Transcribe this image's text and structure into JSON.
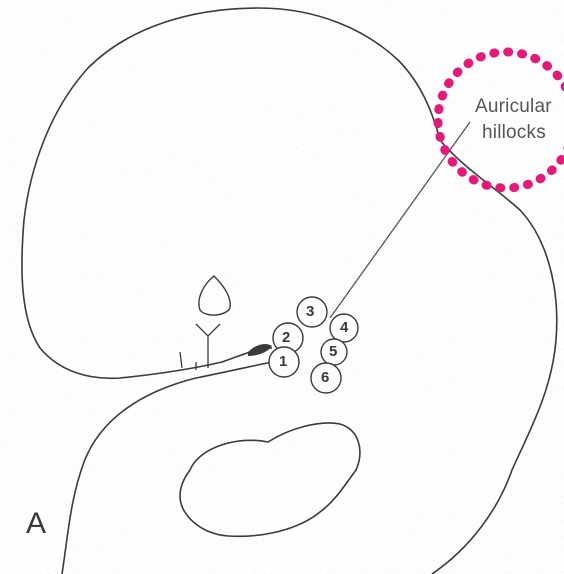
{
  "figure": {
    "panel_letter": "A",
    "label": {
      "line1": "Auricular",
      "line2": "hillocks"
    },
    "hillocks": [
      "1",
      "2",
      "3",
      "4",
      "5",
      "6"
    ],
    "highlight_color": "#e6197a",
    "line_color": "#3a3a3a"
  }
}
